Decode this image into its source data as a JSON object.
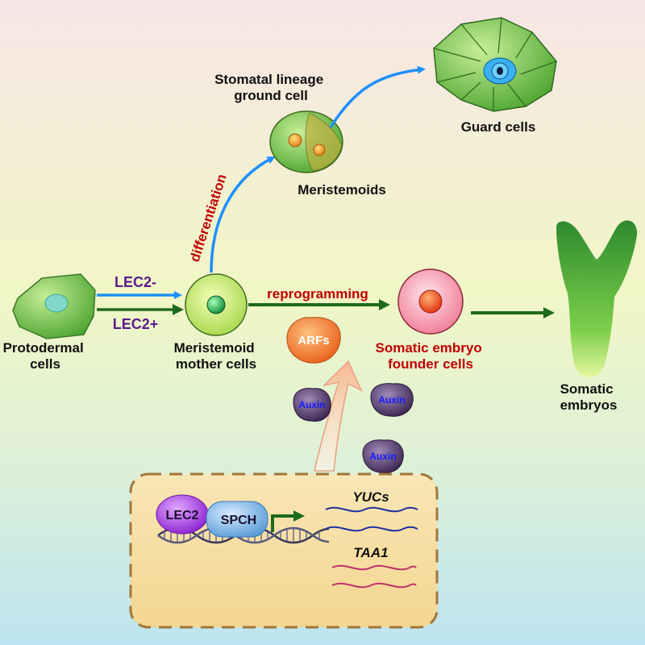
{
  "labels": {
    "protodermal": [
      "Protodermal",
      "cells"
    ],
    "mmc": [
      "Meristemoid",
      "mother cells"
    ],
    "slgc": [
      "Stomatal lineage",
      "ground cell"
    ],
    "meristemoids": "Meristemoids",
    "guard": "Guard cells",
    "sefc": [
      "Somatic embryo",
      "founder cells"
    ],
    "somatic_embryos": [
      "Somatic",
      "embryos"
    ],
    "lec2_minus": "LEC2-",
    "lec2_plus": "LEC2+",
    "differentiation": "differentiation",
    "reprogramming": "reprogramming",
    "arfs": "ARFs",
    "auxin": "Auxin",
    "lec2_protein": "LEC2",
    "spch": "SPCH",
    "yucs": "YUCs",
    "taa1": "TAA1"
  },
  "colors": {
    "background_top": "#f6e7e4",
    "background_mid": "#f0f6c8",
    "background_bottom": "#bfe6f0",
    "cell_green": "#78c850",
    "blue_arrow": "#1e90ff",
    "green_arrow": "#1e6b1e",
    "red_text": "#c00000",
    "purple_text": "#5a1a8a",
    "arfs_orange": "#f07a30",
    "auxin_purple": "#5a3a6a",
    "lec2_purple": "#a040e0",
    "spch_blue": "#78b4e6",
    "yucs_wave": "#2030a0",
    "taa1_wave": "#c0306a",
    "box_fill": "#f7e0a8",
    "box_border": "#a0763a"
  }
}
